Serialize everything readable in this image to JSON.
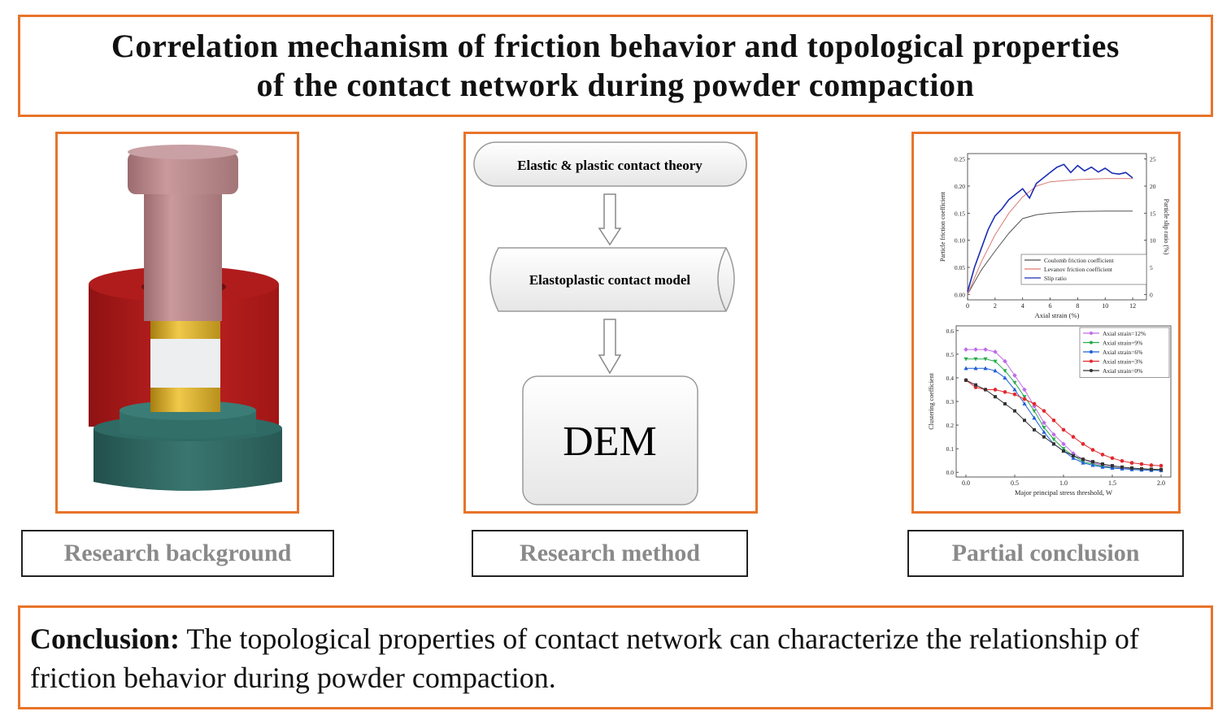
{
  "title": {
    "line1": "Correlation mechanism of friction behavior and topological properties",
    "line2": "of the contact network during powder compaction"
  },
  "panels": {
    "background_label": "Research background",
    "method_label": "Research method",
    "conclusion_label": "Partial conclusion"
  },
  "method_flow": {
    "step1": "Elastic & plastic contact theory",
    "step2": "Elastoplastic contact model",
    "step3": "DEM"
  },
  "conclusion": {
    "label": "Conclusion:",
    "text": " The topological properties of contact network can characterize the relationship of friction behavior during powder compaction."
  },
  "colors": {
    "accent_orange": "#e8742a",
    "punch": "#b8878a",
    "die": "#b81f1f",
    "sleeve": "#d8ad22",
    "powder": "#e9ebee",
    "base": "#2d6560"
  },
  "chart_data": [
    {
      "type": "line",
      "xlabel": "Axial strain (%)",
      "ylabel": "Particle friction coefficient",
      "y2label": "Particle slip ratio (%)",
      "xlim": [
        0,
        13
      ],
      "ylim": [
        -0.01,
        0.26
      ],
      "y2lim": [
        -1,
        26
      ],
      "xticks": [
        "0",
        "2",
        "4",
        "6",
        "8",
        "10",
        "12"
      ],
      "yticks": [
        "0.00",
        "0.05",
        "0.10",
        "0.15",
        "0.20",
        "0.25"
      ],
      "y2ticks": [
        "0",
        "5",
        "10",
        "15",
        "20",
        "25"
      ],
      "legend_position": "bottom-right",
      "series": [
        {
          "name": "Coulomb friction coefficient",
          "color": "#555555",
          "x": [
            0,
            1,
            2,
            3,
            4,
            5,
            6,
            8,
            10,
            12
          ],
          "y": [
            0.0,
            0.045,
            0.08,
            0.113,
            0.14,
            0.147,
            0.15,
            0.153,
            0.154,
            0.154
          ]
        },
        {
          "name": "Levanov friction coefficient",
          "color": "#d97a72",
          "x": [
            0,
            1,
            2,
            3,
            4,
            5,
            6,
            8,
            10,
            12
          ],
          "y": [
            0.0,
            0.06,
            0.11,
            0.15,
            0.18,
            0.2,
            0.208,
            0.212,
            0.214,
            0.214
          ]
        },
        {
          "name": "Slip ratio",
          "color": "#1b2db5",
          "axis": "right",
          "x": [
            0,
            0.5,
            1,
            1.5,
            2,
            2.5,
            3,
            3.5,
            4,
            4.5,
            5,
            5.5,
            6,
            6.5,
            7,
            7.5,
            8,
            8.5,
            9,
            9.5,
            10,
            10.5,
            11,
            11.5,
            12
          ],
          "y": [
            0.5,
            5,
            8.5,
            12,
            14.5,
            15.8,
            17.5,
            18.5,
            19.5,
            17.8,
            20.5,
            21.5,
            22.5,
            23.5,
            24,
            22.5,
            23.8,
            22.8,
            23.5,
            22.6,
            23.3,
            22.4,
            22.2,
            22.5,
            21.5
          ]
        }
      ]
    },
    {
      "type": "line",
      "xlabel": "Major principal stress threshold, W",
      "ylabel": "Clustering coefficient",
      "xlim": [
        -0.1,
        2.1
      ],
      "ylim": [
        -0.02,
        0.62
      ],
      "xticks": [
        "0.0",
        "0.5",
        "1.0",
        "1.5",
        "2.0"
      ],
      "yticks": [
        "0.0",
        "0.1",
        "0.2",
        "0.3",
        "0.4",
        "0.5",
        "0.6"
      ],
      "legend_position": "top-right",
      "series": [
        {
          "name": "Axial strain=12%",
          "color": "#c06be8",
          "marker": "diamond",
          "x": [
            0,
            0.1,
            0.2,
            0.3,
            0.4,
            0.5,
            0.6,
            0.7,
            0.8,
            0.9,
            1.0,
            1.1,
            1.2,
            1.3,
            1.4,
            1.5,
            1.6,
            1.7,
            1.8,
            1.9,
            2.0
          ],
          "y": [
            0.52,
            0.52,
            0.52,
            0.51,
            0.47,
            0.41,
            0.35,
            0.28,
            0.21,
            0.16,
            0.12,
            0.08,
            0.055,
            0.04,
            0.03,
            0.022,
            0.018,
            0.015,
            0.012,
            0.01,
            0.008
          ]
        },
        {
          "name": "Axial strain=9%",
          "color": "#27ad4b",
          "marker": "triangle-down",
          "x": [
            0,
            0.1,
            0.2,
            0.3,
            0.4,
            0.5,
            0.6,
            0.7,
            0.8,
            0.9,
            1.0,
            1.1,
            1.2,
            1.3,
            1.4,
            1.5,
            1.6,
            1.7,
            1.8,
            1.9,
            2.0
          ],
          "y": [
            0.48,
            0.48,
            0.48,
            0.47,
            0.43,
            0.38,
            0.32,
            0.26,
            0.19,
            0.14,
            0.1,
            0.07,
            0.045,
            0.035,
            0.025,
            0.02,
            0.016,
            0.013,
            0.011,
            0.01,
            0.008
          ]
        },
        {
          "name": "Axial strain=6%",
          "color": "#1f5fd6",
          "marker": "triangle-up",
          "x": [
            0,
            0.1,
            0.2,
            0.3,
            0.4,
            0.5,
            0.6,
            0.7,
            0.8,
            0.9,
            1.0,
            1.1,
            1.2,
            1.3,
            1.4,
            1.5,
            1.6,
            1.7,
            1.8,
            1.9,
            2.0
          ],
          "y": [
            0.44,
            0.44,
            0.44,
            0.43,
            0.4,
            0.35,
            0.29,
            0.23,
            0.17,
            0.12,
            0.09,
            0.06,
            0.04,
            0.03,
            0.022,
            0.018,
            0.015,
            0.012,
            0.01,
            0.009,
            0.008
          ]
        },
        {
          "name": "Axial strain=3%",
          "color": "#e0282e",
          "marker": "circle",
          "x": [
            0,
            0.1,
            0.2,
            0.3,
            0.4,
            0.5,
            0.6,
            0.7,
            0.8,
            0.9,
            1.0,
            1.1,
            1.2,
            1.3,
            1.4,
            1.5,
            1.6,
            1.7,
            1.8,
            1.9,
            2.0
          ],
          "y": [
            0.39,
            0.36,
            0.35,
            0.35,
            0.34,
            0.33,
            0.31,
            0.29,
            0.26,
            0.22,
            0.18,
            0.15,
            0.12,
            0.095,
            0.075,
            0.06,
            0.048,
            0.04,
            0.035,
            0.03,
            0.028
          ]
        },
        {
          "name": "Axial strain=0%",
          "color": "#333333",
          "marker": "square",
          "x": [
            0,
            0.1,
            0.2,
            0.3,
            0.4,
            0.5,
            0.6,
            0.7,
            0.8,
            0.9,
            1.0,
            1.1,
            1.2,
            1.3,
            1.4,
            1.5,
            1.6,
            1.7,
            1.8,
            1.9,
            2.0
          ],
          "y": [
            0.39,
            0.37,
            0.35,
            0.32,
            0.29,
            0.26,
            0.22,
            0.18,
            0.15,
            0.12,
            0.09,
            0.07,
            0.055,
            0.045,
            0.035,
            0.028,
            0.022,
            0.018,
            0.015,
            0.013,
            0.012
          ]
        }
      ]
    }
  ]
}
